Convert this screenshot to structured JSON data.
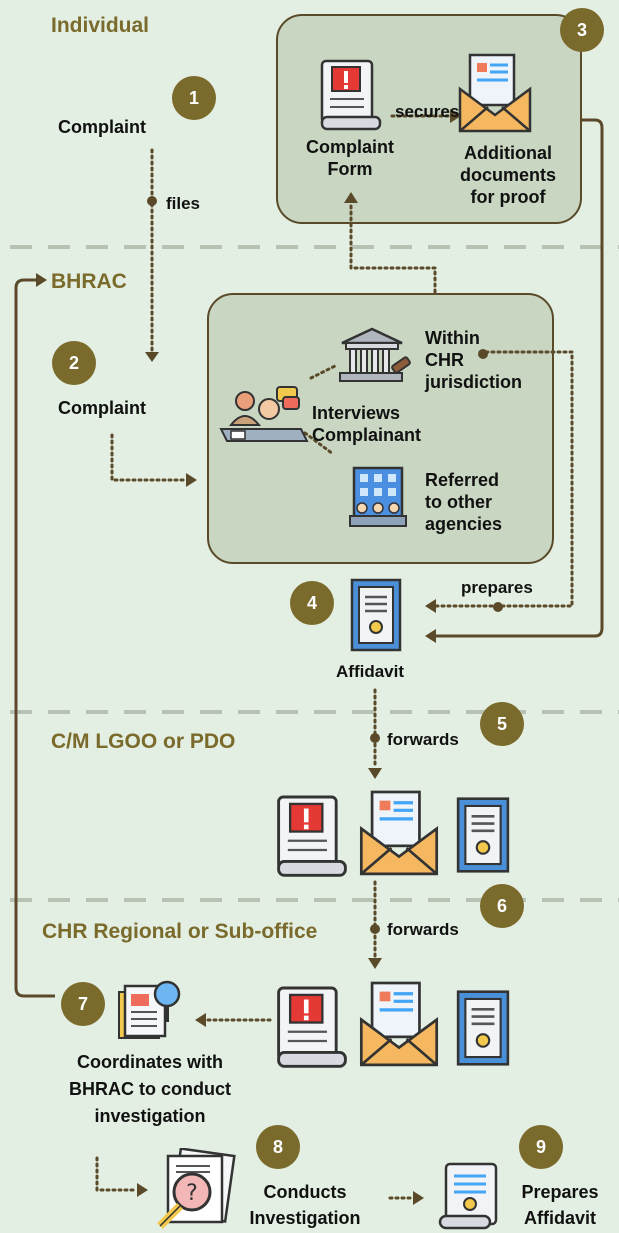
{
  "sections": {
    "individual": "Individual",
    "bhrac": "BHRAC",
    "lgoo": "C/M LGOO or PDO",
    "chr": "CHR Regional or Sub-office"
  },
  "steps": [
    "1",
    "2",
    "3",
    "4",
    "5",
    "6",
    "7",
    "8",
    "9"
  ],
  "labels": {
    "complaint_1": "Complaint",
    "files": "files",
    "complaint_form": "Complaint\nForm",
    "secures": "secures",
    "additional_docs": "Additional\ndocuments\nfor proof",
    "complaint_2": "Complaint",
    "within_chr": "Within\nCHR\njurisdiction",
    "interviews": "Interviews\nComplainant",
    "referred": "Referred\nto other\nagencies",
    "prepares": "prepares",
    "affidavit": "Affidavit",
    "forwards_1": "forwards",
    "forwards_2": "forwards",
    "coordinates": "Coordinates with\nBHRAC to conduct\ninvestigation",
    "conducts": "Conducts\nInvestigation",
    "prepares_affidavit": "Prepares\nAffidavit"
  },
  "colors": {
    "background": "#e3efe2",
    "accent": "#7a6a2c",
    "panel": "#c8d6c2",
    "line": "#5a4a2a",
    "divider": "#b8c2b2"
  },
  "icons": [
    "complaint-form-icon",
    "envelope-icon",
    "courthouse-icon",
    "interview-icon",
    "building-icon",
    "certificate-icon",
    "document-search-icon",
    "magnifier-document-icon",
    "scroll-certificate-icon"
  ]
}
